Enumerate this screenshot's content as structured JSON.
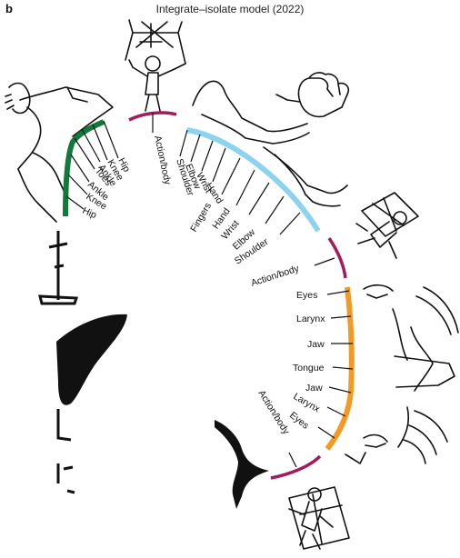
{
  "header": {
    "panel_letter": "b",
    "title": "Integrate–isolate model (2022)"
  },
  "segments": {
    "leg_color": "#0f7a3a",
    "action_color": "#a21b5c",
    "arm_color": "#8dd3ef",
    "face_color": "#f39a25"
  },
  "labels": {
    "leg": [
      "Hip",
      "Knee",
      "Ankle",
      "Toes",
      "Ankle",
      "Knee",
      "Hip"
    ],
    "action_top": "Action/body",
    "arm": [
      "Shoulder",
      "Elbow",
      "Wrist",
      "Hand",
      "Fingers",
      "Hand",
      "Wrist",
      "Elbow",
      "Shoulder"
    ],
    "action_mid": "Action/body",
    "face": [
      "Eyes",
      "Larynx",
      "Jaw",
      "Tongue",
      "Jaw",
      "Larynx",
      "Eyes"
    ],
    "action_bottom": "Action/body"
  },
  "icons": [
    "marionette-icon",
    "foot-icon",
    "arm-icon",
    "hand-icon",
    "face-icon",
    "brain-slice-icon"
  ]
}
